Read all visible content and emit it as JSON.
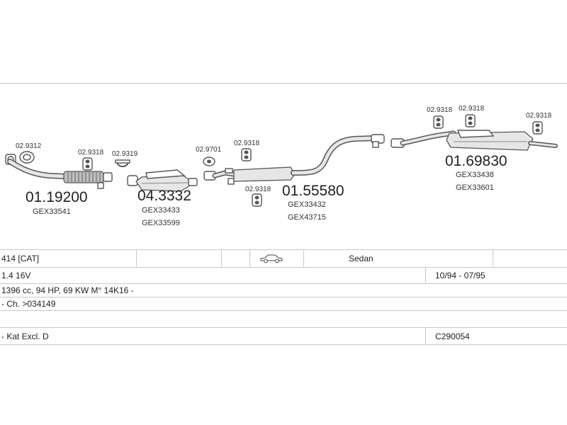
{
  "parts": {
    "front_pipe": {
      "number": "01.19200",
      "refs": [
        "GEX33541"
      ]
    },
    "catalyst": {
      "number": "04.3332",
      "refs": [
        "GEX33433",
        "GEX33599"
      ]
    },
    "middle_pipe": {
      "number": "01.55580",
      "refs": [
        "GEX33432",
        "GEX43715"
      ]
    },
    "rear_silencer": {
      "number": "01.69830",
      "refs": [
        "GEX33438",
        "GEX33601"
      ]
    }
  },
  "fittings": {
    "f1": "02.9312",
    "f2": "02.9318",
    "f3": "02.9319",
    "f4": "02.9701",
    "f5": "02.9318",
    "f6": "02.9318",
    "f7": "02.9318",
    "f8": "02.9318",
    "f9": "02.9318"
  },
  "table": {
    "model": "414  [CAT]",
    "body_type": "Sedan",
    "engine": "1.4 16V",
    "years": "10/94 - 07/95",
    "specs": "1396 cc, 94 HP, 69 KW M° 14K16 -",
    "chassis": "- Ch. >034149",
    "note": "- Kat Excl. D",
    "catalog_code": "C290054"
  },
  "icons": {
    "car": "sedan-car-icon"
  }
}
